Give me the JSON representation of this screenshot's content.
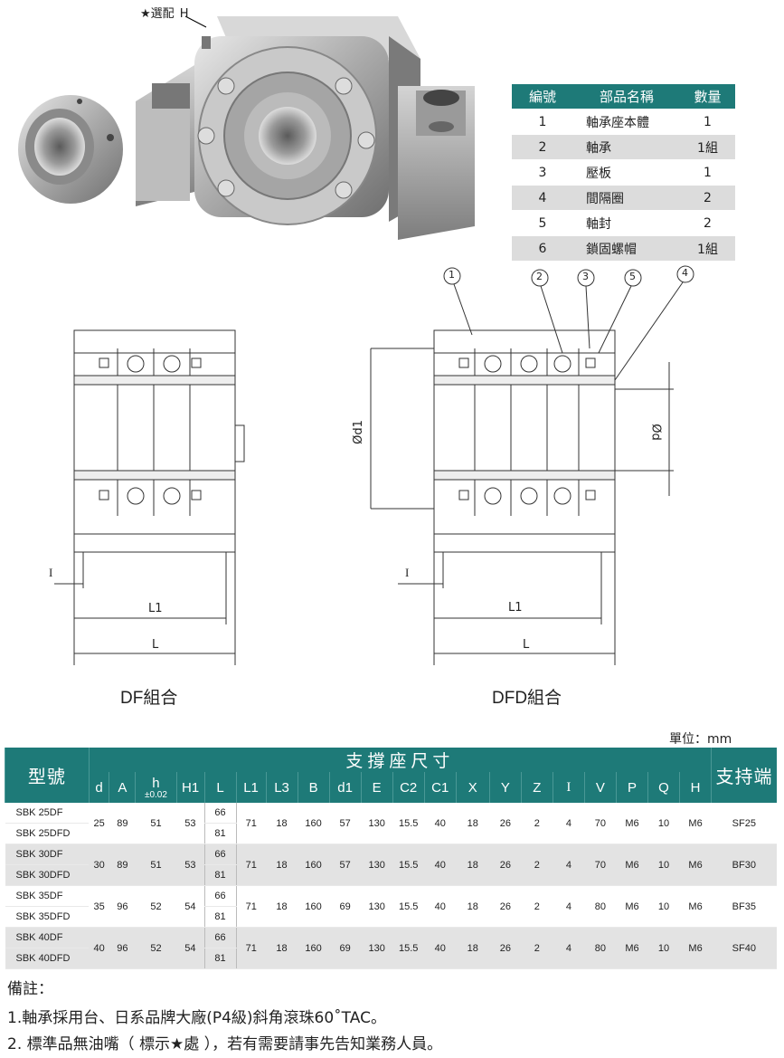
{
  "photo": {
    "callout": "★選配",
    "callout_letter": "H"
  },
  "parts_table": {
    "headers": [
      "編號",
      "部品名稱",
      "數量"
    ],
    "rows": [
      [
        "1",
        "軸承座本體",
        "1"
      ],
      [
        "2",
        "軸承",
        "1組"
      ],
      [
        "3",
        "壓板",
        "1"
      ],
      [
        "4",
        "間隔圈",
        "2"
      ],
      [
        "5",
        "軸封",
        "2"
      ],
      [
        "6",
        "鎖固螺帽",
        "1組"
      ]
    ]
  },
  "drawings": {
    "df": {
      "caption": "DF組合",
      "dim_I": "I",
      "dim_L1": "L1",
      "dim_L": "L"
    },
    "dfd": {
      "caption": "DFD組合",
      "dim_I": "I",
      "dim_L1": "L1",
      "dim_L": "L",
      "dim_d1": "Ød1",
      "dim_d": "Ød",
      "balloons": [
        "1",
        "2",
        "3",
        "5",
        "4"
      ]
    }
  },
  "unit": "單位：mm",
  "spec_table": {
    "model_header": "型號",
    "group_header": "支撐座尺寸",
    "support_header": "支持端",
    "columns": [
      "d",
      "A",
      "h",
      "H1",
      "L",
      "L1",
      "L3",
      "B",
      "d1",
      "E",
      "C2",
      "C1",
      "X",
      "Y",
      "Z",
      "I",
      "V",
      "P",
      "Q",
      "H"
    ],
    "h_tolerance": "±0.02",
    "rows": [
      {
        "models": [
          "SBK 25DF",
          "SBK 25DFD"
        ],
        "d": "25",
        "A": "89",
        "h": "51",
        "H1": "53",
        "L": [
          "66",
          "81"
        ],
        "L1": "71",
        "L3": "18",
        "B": "160",
        "d1": "57",
        "E": "130",
        "C2": "15.5",
        "C1": "40",
        "X": "18",
        "Y": "26",
        "Z": "2",
        "I": "4",
        "V": "70",
        "P": "M6",
        "Q": "10",
        "H": "M6",
        "support": "SF25"
      },
      {
        "models": [
          "SBK 30DF",
          "SBK 30DFD"
        ],
        "d": "30",
        "A": "89",
        "h": "51",
        "H1": "53",
        "L": [
          "66",
          "81"
        ],
        "L1": "71",
        "L3": "18",
        "B": "160",
        "d1": "57",
        "E": "130",
        "C2": "15.5",
        "C1": "40",
        "X": "18",
        "Y": "26",
        "Z": "2",
        "I": "4",
        "V": "70",
        "P": "M6",
        "Q": "10",
        "H": "M6",
        "support": "BF30"
      },
      {
        "models": [
          "SBK 35DF",
          "SBK 35DFD"
        ],
        "d": "35",
        "A": "96",
        "h": "52",
        "H1": "54",
        "L": [
          "66",
          "81"
        ],
        "L1": "71",
        "L3": "18",
        "B": "160",
        "d1": "69",
        "E": "130",
        "C2": "15.5",
        "C1": "40",
        "X": "18",
        "Y": "26",
        "Z": "2",
        "I": "4",
        "V": "80",
        "P": "M6",
        "Q": "10",
        "H": "M6",
        "support": "BF35"
      },
      {
        "models": [
          "SBK 40DF",
          "SBK 40DFD"
        ],
        "d": "40",
        "A": "96",
        "h": "52",
        "H1": "54",
        "L": [
          "66",
          "81"
        ],
        "L1": "71",
        "L3": "18",
        "B": "160",
        "d1": "69",
        "E": "130",
        "C2": "15.5",
        "C1": "40",
        "X": "18",
        "Y": "26",
        "Z": "2",
        "I": "4",
        "V": "80",
        "P": "M6",
        "Q": "10",
        "H": "M6",
        "support": "SF40"
      }
    ]
  },
  "notes": {
    "title": "備註：",
    "items": [
      "1.軸承採用台、日系品牌大廠(P4級)斜角滾珠60˚TAC。",
      "2. 標準品無油嘴（ 標示★處 ），若有需要請事先告知業務人員。"
    ]
  }
}
